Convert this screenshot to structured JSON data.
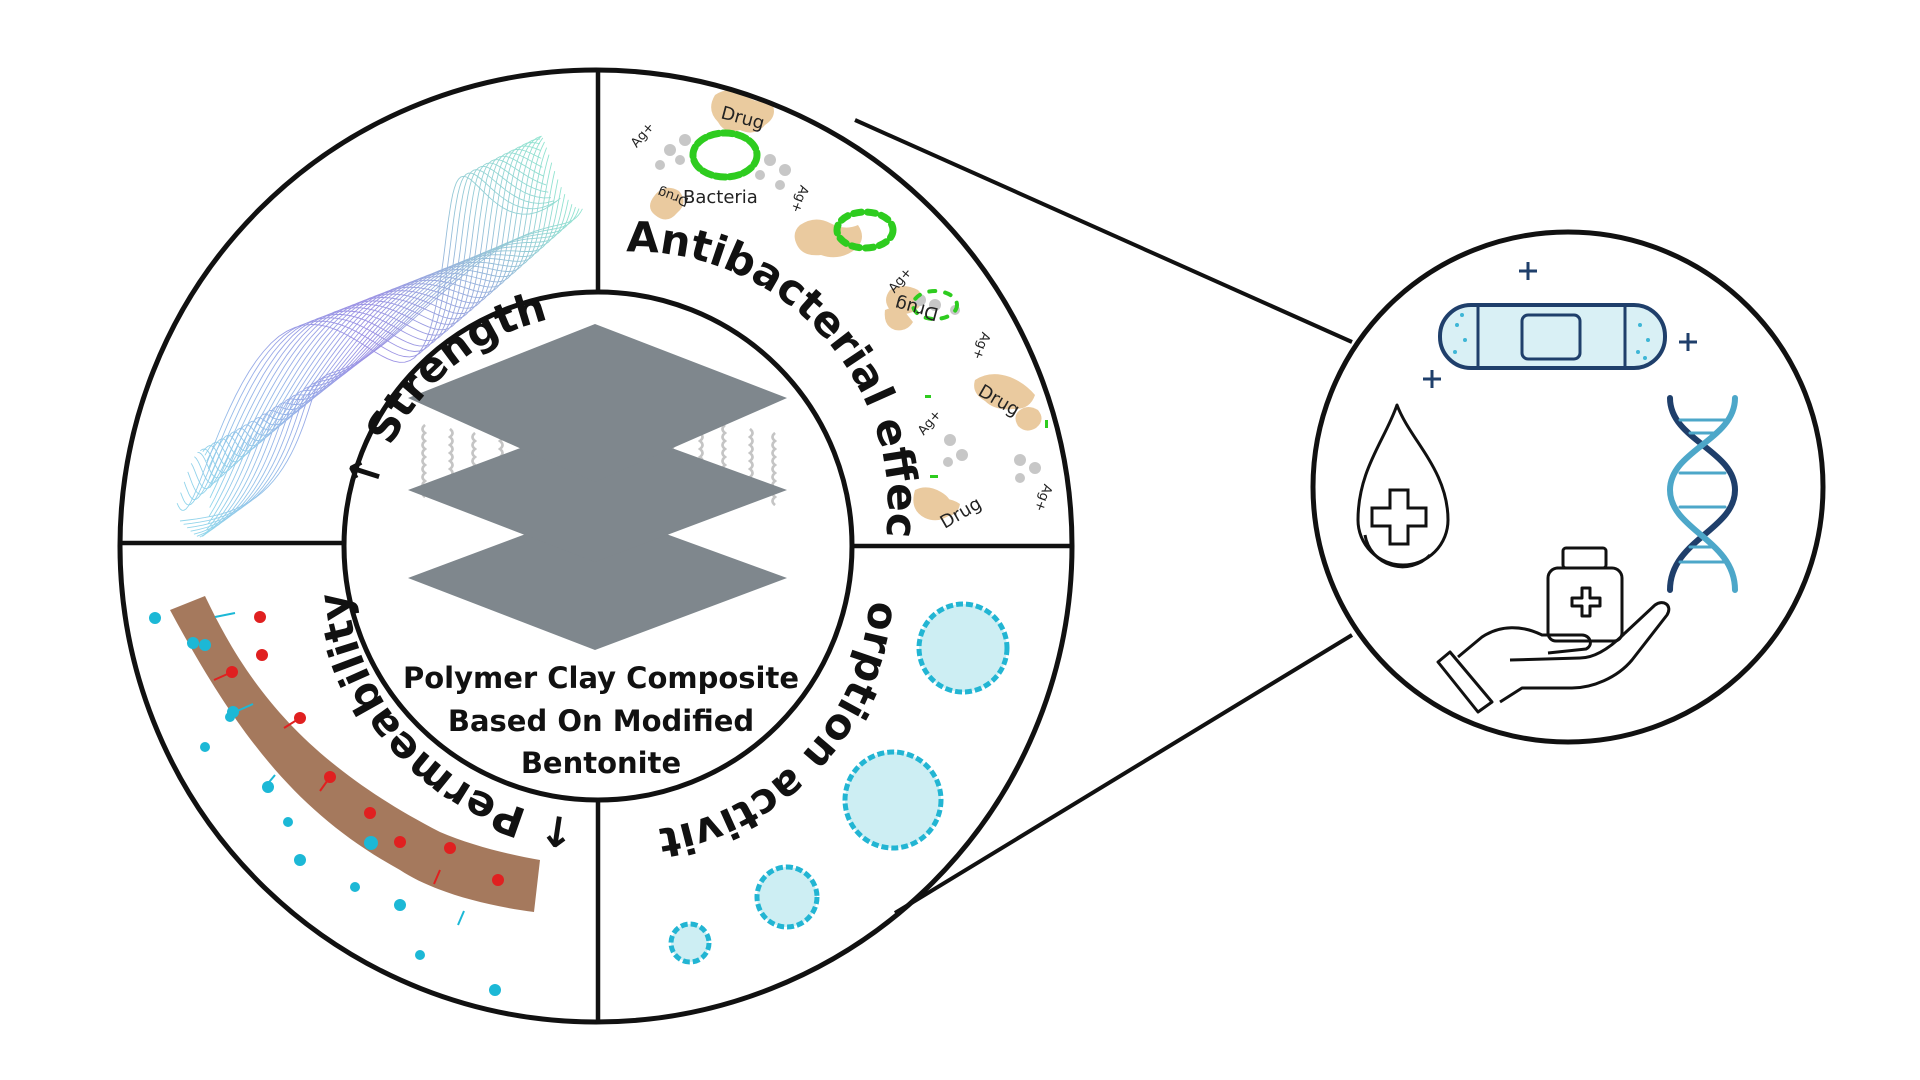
{
  "center": {
    "line1": "Polymer Clay Composite",
    "line2": "Based On Modified",
    "line3": "Bentonite"
  },
  "sectors": {
    "strength": "↑ Strength",
    "antibacterial": "Antibacterial effect",
    "sorption": "Sorption activity",
    "permeability": "↑ Permeability"
  },
  "antibacterial_labels": {
    "bacteria": "Bacteria",
    "drug": "Drug",
    "silver": "Ag+"
  },
  "colors": {
    "clay_sheet": "#7f878d",
    "bacteria_green": "#2ecc1f",
    "drug_tan": "#e8c595",
    "membrane_brown": "#9b6a4b",
    "particle_red": "#e02020",
    "particle_cyan": "#1cb8d6",
    "sorption_fill": "#cdeef3",
    "sorption_edge": "#22b5d3",
    "icon_navy": "#1f3f6b",
    "icon_light_blue": "#d9f0f5",
    "dna_blue": "#4da7c9"
  },
  "icons": [
    "bandage-icon",
    "dna-icon",
    "blood-drop-cross-icon",
    "hand-medicine-bottle-icon"
  ]
}
